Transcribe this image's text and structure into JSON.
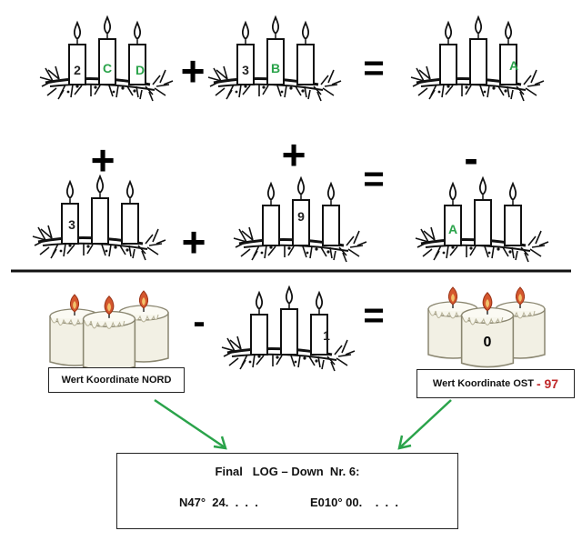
{
  "equations": {
    "row1": [
      {
        "labels": [
          "2",
          "C",
          "D"
        ],
        "colors": [
          "#222222",
          "#2aa34a",
          "#2aa34a"
        ]
      },
      {
        "labels": [
          "3",
          "B",
          ""
        ],
        "colors": [
          "#222222",
          "#2aa34a",
          "#222222"
        ]
      },
      {
        "labels": [
          "",
          "",
          "A"
        ],
        "colors": [
          "#222222",
          "#222222",
          "#2aa34a"
        ]
      }
    ],
    "row2": [
      {
        "labels": [
          "3",
          "",
          ""
        ],
        "colors": [
          "#222222",
          "#222222",
          "#222222"
        ]
      },
      {
        "labels": [
          "",
          "9",
          ""
        ],
        "colors": [
          "#222222",
          "#222222",
          "#222222"
        ]
      },
      {
        "labels": [
          "A",
          "",
          ""
        ],
        "colors": [
          "#2aa34a",
          "#222222",
          "#222222"
        ]
      }
    ],
    "row3": [
      {
        "labels": [
          "",
          "",
          "1"
        ],
        "colors": [
          "#222222",
          "#222222",
          "#222222"
        ]
      }
    ],
    "operators": {
      "plus": "+",
      "minus": "-",
      "equals": "="
    },
    "wax_candle_label": "0"
  },
  "nord_label": "Wert Koordinate NORD",
  "ost_label": "Wert Koordinate OST",
  "ost_offset": "- 97",
  "final": {
    "title": "Final   LOG – Down  Nr. 6:",
    "north": "N47°  24.  .  .  .",
    "east": "E010° 00.    .  .  ."
  },
  "colors": {
    "green": "#2aa34a",
    "red": "#c0282a",
    "flame": "#d4572e",
    "wax": "#f2f0e4"
  }
}
